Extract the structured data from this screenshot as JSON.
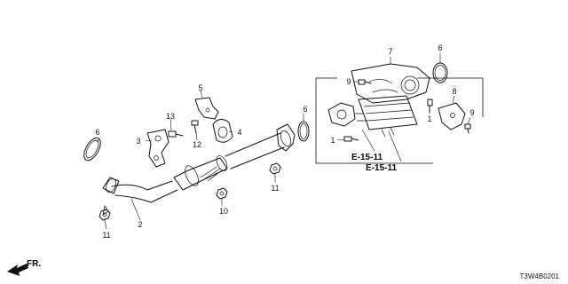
{
  "callouts": {
    "c1": "1",
    "c1b": "1",
    "c2": "2",
    "c3": "3",
    "c4": "4",
    "c5": "5",
    "c6a": "6",
    "c6b": "6",
    "c6c": "6",
    "c7": "7",
    "c8": "8",
    "c9a": "9",
    "c9b": "9",
    "c10": "10",
    "c11a": "11",
    "c11b": "11",
    "c12": "12",
    "c13": "13"
  },
  "references": {
    "ref1": "E-15-11",
    "ref2": "E-15-11"
  },
  "direction": {
    "label": "FR."
  },
  "diagram_code": "T3W4B0201"
}
